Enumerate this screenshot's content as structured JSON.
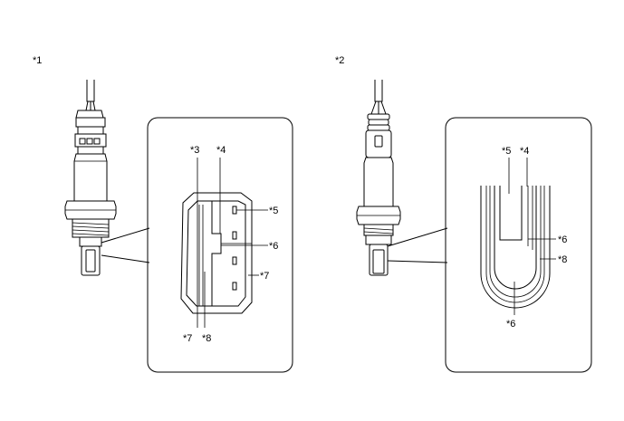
{
  "labels": {
    "fig1": "*1",
    "fig2": "*2",
    "d1_3": "*3",
    "d1_4": "*4",
    "d1_5": "*5",
    "d1_6": "*6",
    "d1_7_right": "*7",
    "d1_7_bottom": "*7",
    "d1_8": "*8",
    "d2_5": "*5",
    "d2_4": "*4",
    "d2_6_right": "*6",
    "d2_8": "*8",
    "d2_6_bottom": "*6"
  }
}
